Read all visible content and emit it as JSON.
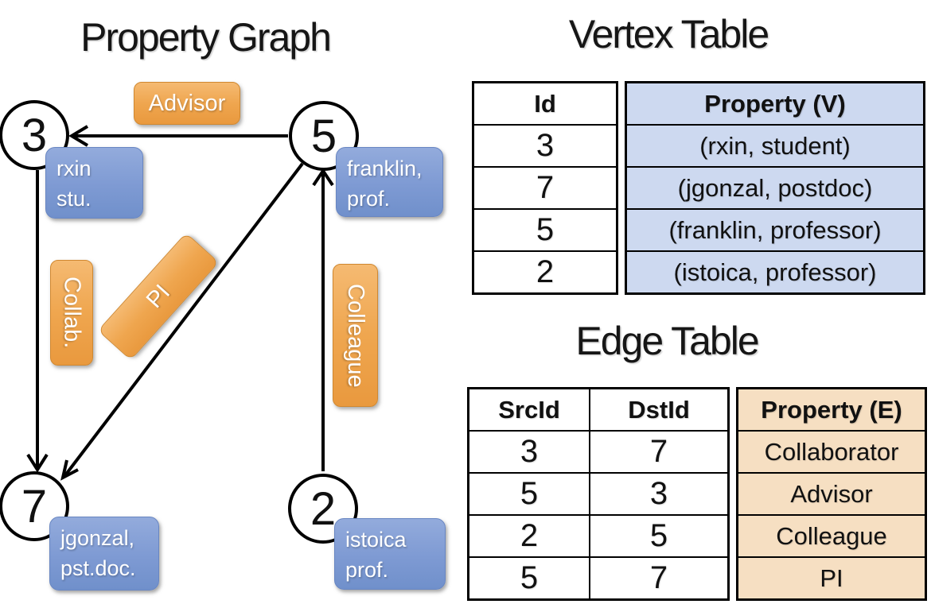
{
  "panels": {
    "graph": {
      "title": "Property Graph",
      "nodes": {
        "n3": {
          "id": "3",
          "line1": "rxin",
          "line2": "stu."
        },
        "n5": {
          "id": "5",
          "line1": "franklin,",
          "line2": "prof."
        },
        "n7": {
          "id": "7",
          "line1": "jgonzal,",
          "line2": "pst.doc."
        },
        "n2": {
          "id": "2",
          "line1": "istoica",
          "line2": "prof."
        }
      },
      "edge_labels": {
        "advisor": "Advisor",
        "collab": "Collab.",
        "pi": "PI",
        "colleague": "Colleague"
      }
    },
    "vertex_table": {
      "title": "Vertex Table",
      "headers": {
        "id": "Id",
        "property": "Property (V)"
      },
      "rows": [
        {
          "id": "3",
          "property": "(rxin, student)"
        },
        {
          "id": "7",
          "property": "(jgonzal, postdoc)"
        },
        {
          "id": "5",
          "property": "(franklin, professor)"
        },
        {
          "id": "2",
          "property": "(istoica, professor)"
        }
      ]
    },
    "edge_table": {
      "title": "Edge Table",
      "headers": {
        "src": "SrcId",
        "dst": "DstId",
        "property": "Property (E)"
      },
      "rows": [
        {
          "src": "3",
          "dst": "7",
          "property": "Collaborator"
        },
        {
          "src": "5",
          "dst": "3",
          "property": "Advisor"
        },
        {
          "src": "2",
          "dst": "5",
          "property": "Colleague"
        },
        {
          "src": "5",
          "dst": "7",
          "property": "PI"
        }
      ]
    }
  },
  "colors": {
    "accent_orange": "#efa64f",
    "accent_orange_light": "#f5ba72",
    "accent_orange_dark": "#e9993e",
    "accent_blue": "#7e9ad3",
    "accent_blue_light": "#93abdc",
    "accent_blue_dark": "#7090cb",
    "vertex_cell_fill": "#cdd9f0",
    "edge_cell_fill": "#f6dfc2",
    "line_color": "#000000"
  }
}
